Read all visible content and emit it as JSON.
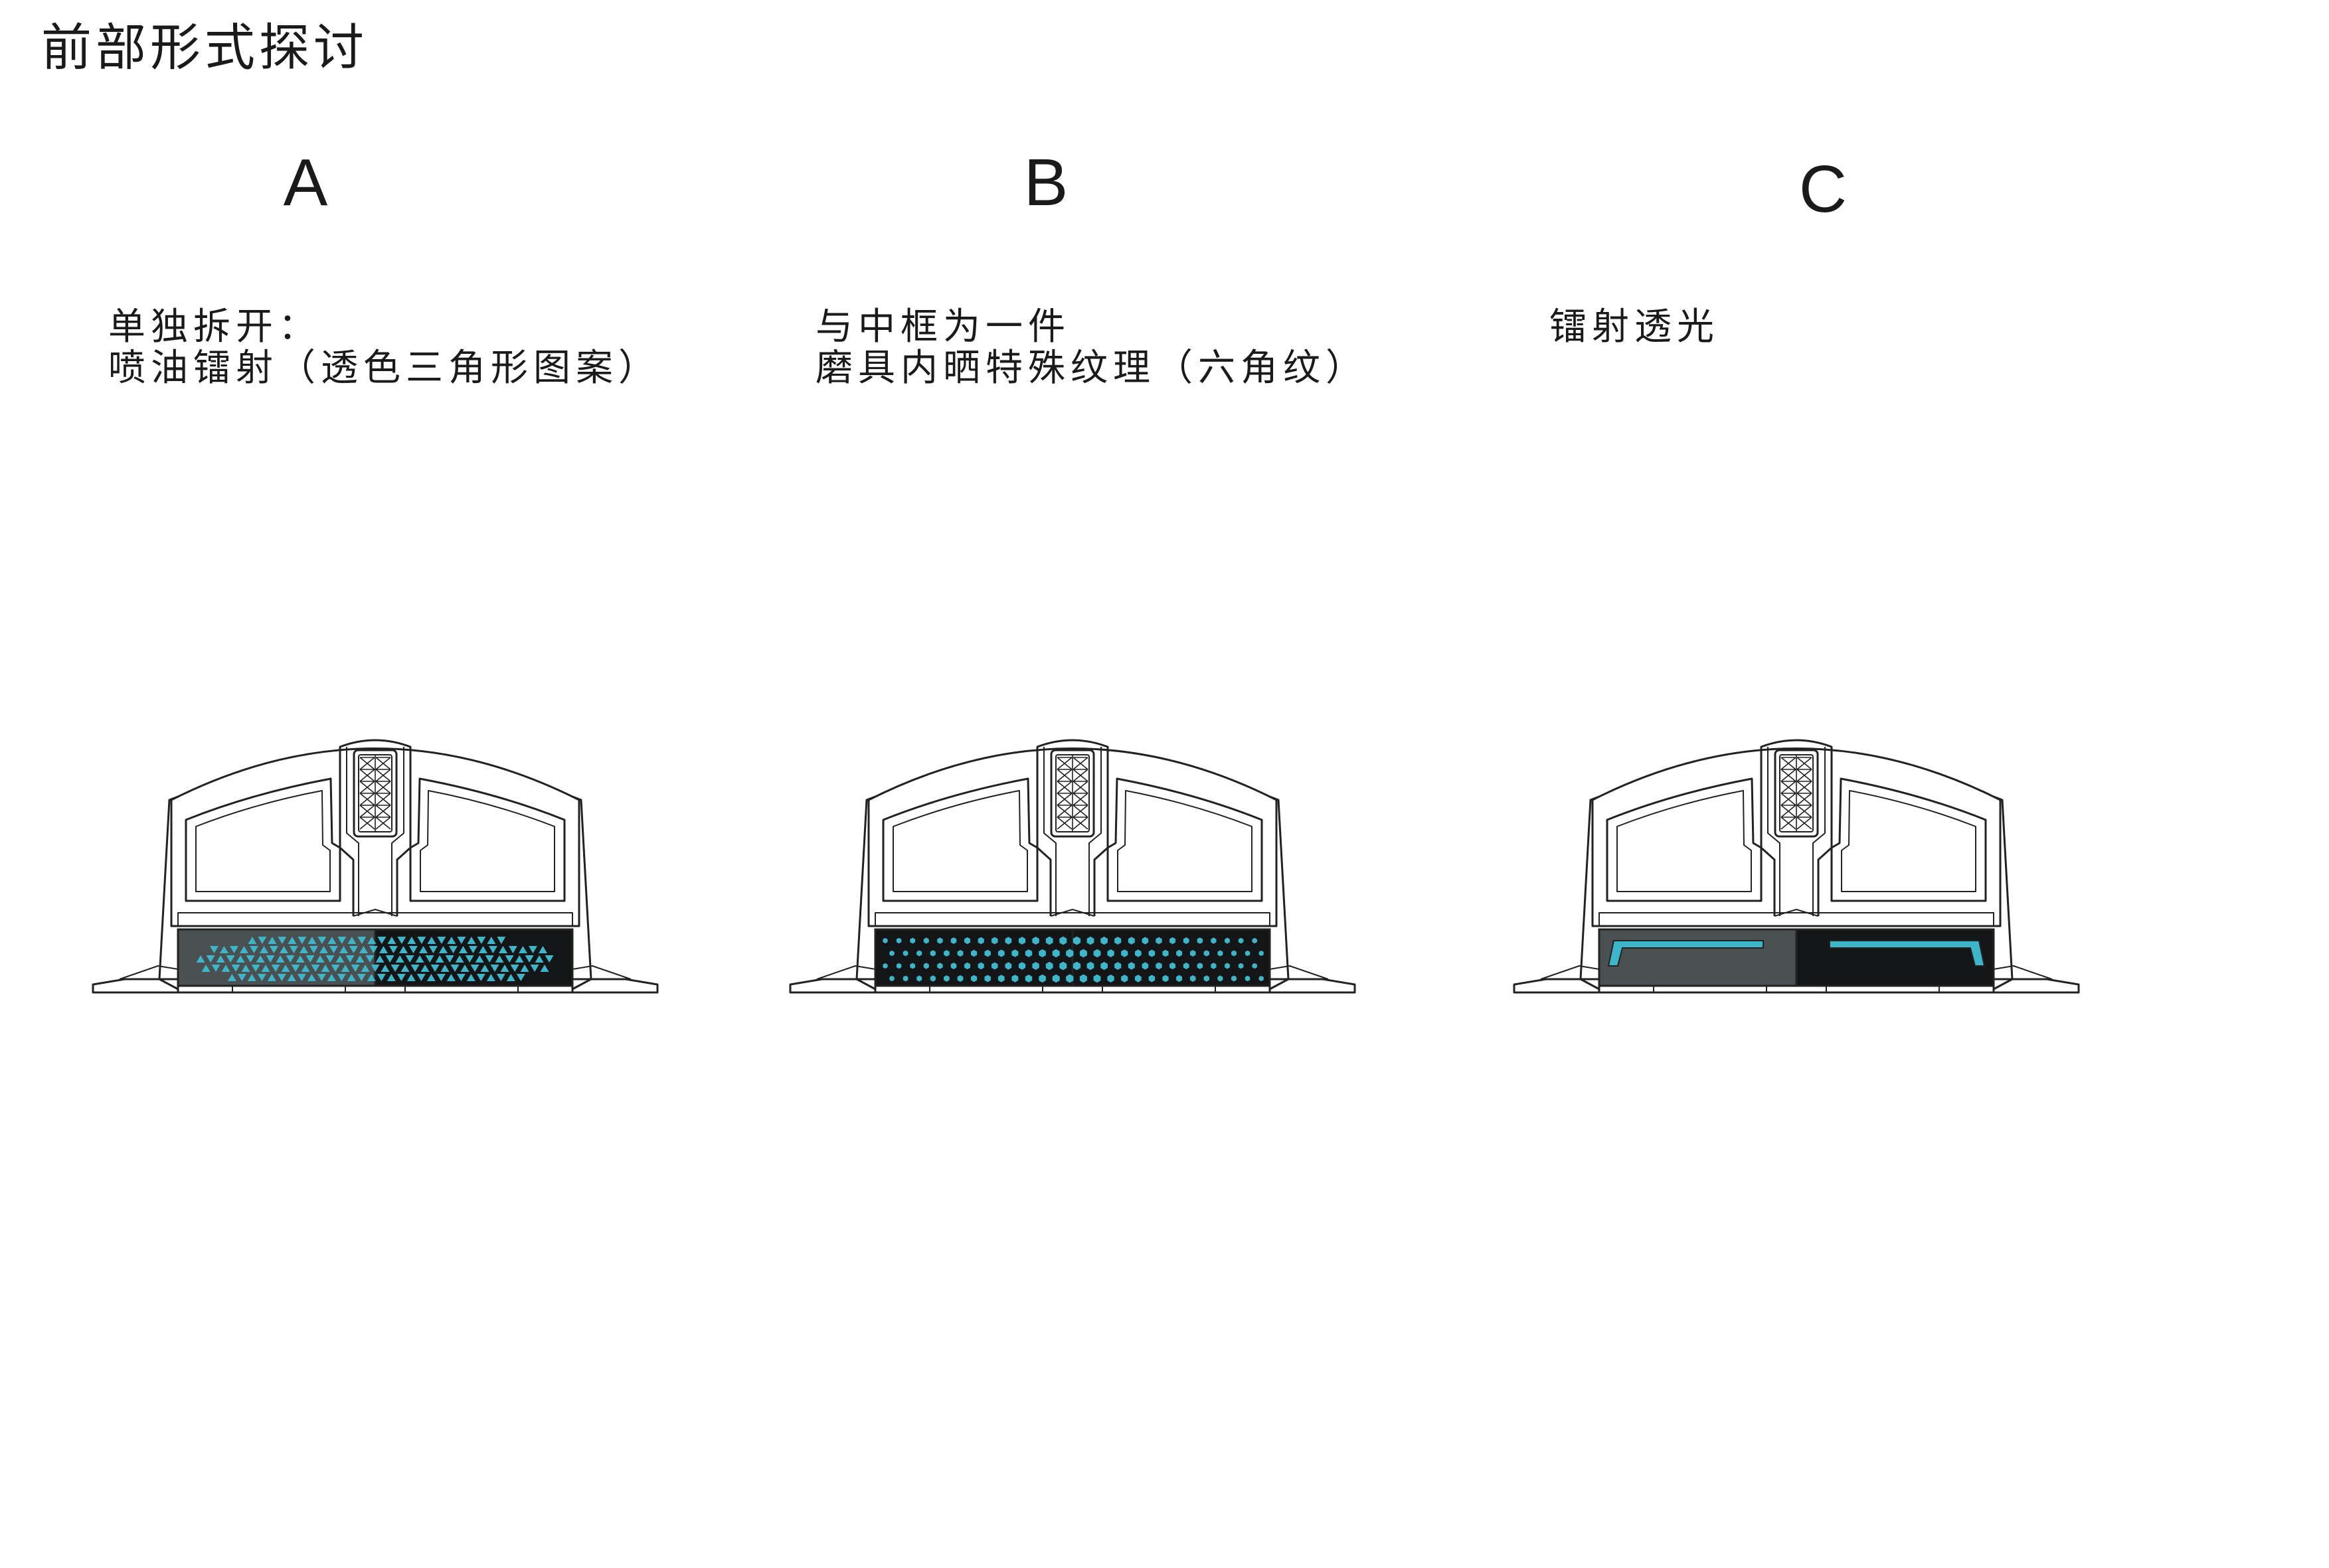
{
  "title": "前部形式探讨",
  "options": [
    {
      "letter": "A",
      "desc_line1": "单独拆开：",
      "desc_line2": "喷油镭射（透色三角形图案）",
      "pattern": "triangle",
      "panel_left": "#4a5052",
      "panel_right": "#131516"
    },
    {
      "letter": "B",
      "desc_line1": "与中框为一件",
      "desc_line2": "磨具内晒特殊纹理（六角纹）",
      "pattern": "hexagon",
      "panel_left": "#131516",
      "panel_right": "#131516"
    },
    {
      "letter": "C",
      "desc_line1": "镭射透光",
      "desc_line2": "",
      "pattern": "light-bar",
      "panel_left": "#4a5052",
      "panel_right": "#131516"
    }
  ],
  "colors": {
    "accent": "#3cb6c8",
    "outline": "#222222"
  }
}
